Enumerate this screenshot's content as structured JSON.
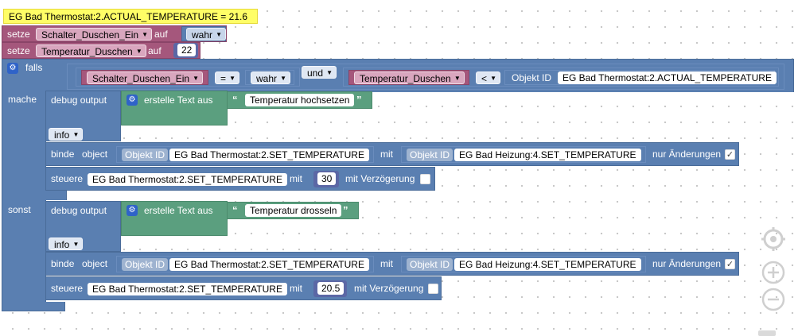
{
  "debug_bubble": "EG Bad Thermostat:2.ACTUAL_TEMPERATURE = 21.6",
  "setze1": {
    "kw": "setze",
    "var": "Schalter_Duschen_Ein",
    "auf": "auf",
    "value": "wahr"
  },
  "setze2": {
    "kw": "setze",
    "var": "Temperatur_Duschen",
    "auf": "auf",
    "value": "22"
  },
  "falls": {
    "kw": "falls",
    "var1": "Schalter_Duschen_Ein",
    "op1": "=",
    "val1": "wahr",
    "logic": "und",
    "var2": "Temperatur_Duschen",
    "op2": "<",
    "obj_label": "Objekt ID",
    "obj_value": "EG Bad Thermostat:2.ACTUAL_TEMPERATURE"
  },
  "mache": {
    "kw": "mache",
    "debug": "debug output",
    "text_create": "erstelle Text aus",
    "text": "Temperatur hochsetzen",
    "level": "info",
    "bind_kw": "binde",
    "bind_obj": "object",
    "obj_label": "Objekt ID",
    "src": "EG Bad Thermostat:2.SET_TEMPERATURE",
    "mit": "mit",
    "dst": "EG Bad Heizung:4.SET_TEMPERATURE",
    "nur": "nur Änderungen",
    "steuere": "steuere",
    "target": "EG Bad Thermostat:2.SET_TEMPERATURE",
    "mit2": "mit",
    "value": "30",
    "delay": "mit Verzögerung"
  },
  "sonst": {
    "kw": "sonst",
    "debug": "debug output",
    "text_create": "erstelle Text aus",
    "text": "Temperatur drosseln",
    "level": "info",
    "bind_kw": "binde",
    "bind_obj": "object",
    "obj_label": "Objekt ID",
    "src": "EG Bad Thermostat:2.SET_TEMPERATURE",
    "mit": "mit",
    "dst": "EG Bad Heizung:4.SET_TEMPERATURE",
    "nur": "nur Änderungen",
    "steuere": "steuere",
    "target": "EG Bad Thermostat:2.SET_TEMPERATURE",
    "mit2": "mit",
    "value": "20.5",
    "delay": "mit Verzögerung"
  },
  "checkmark": "✓",
  "colors": {
    "variable_block": "#a5577c",
    "logic_block": "#5a7fb1",
    "text_block": "#5b9f7f",
    "debug_bubble": "#ffff5e"
  }
}
